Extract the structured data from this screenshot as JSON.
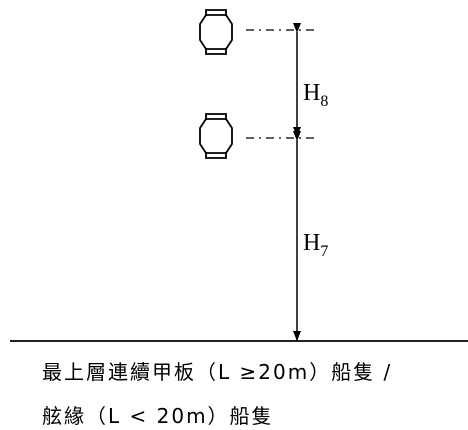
{
  "labels": {
    "upper_light_height": {
      "main": "H",
      "sub": "8"
    },
    "lower_light_height": {
      "main": "H",
      "sub": "7"
    }
  },
  "caption": {
    "line1": "最上層連續甲板（L ≥20m）船隻 /",
    "line2": "舷緣（L < 20m）船隻"
  },
  "colors": {
    "stroke": "#000000",
    "background": "#ffffff"
  },
  "icons": {
    "light": "masthead-light-icon"
  }
}
